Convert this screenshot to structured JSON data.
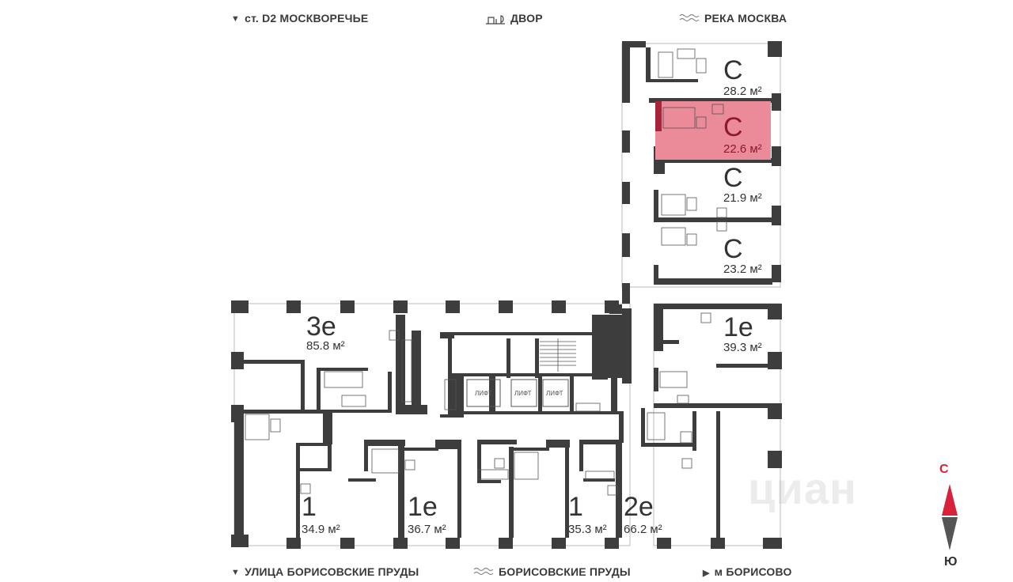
{
  "top_labels": {
    "left": "ст. D2 МОСКВОРЕЧЬЕ",
    "center": "ДВОР",
    "right": "РЕКА МОСКВА"
  },
  "bottom_labels": {
    "left": "УЛИЦА БОРИСОВСКИЕ ПРУДЫ",
    "center": "БОРИСОВСКИЕ ПРУДЫ",
    "right": "м БОРИСОВО"
  },
  "apartments": [
    {
      "type": "С",
      "area": "28.2 м²"
    },
    {
      "type": "С",
      "area": "22.6 м²",
      "selected": true
    },
    {
      "type": "С",
      "area": "21.9 м²"
    },
    {
      "type": "С",
      "area": "23.2 м²"
    },
    {
      "type": "1е",
      "area": "39.3 м²"
    },
    {
      "type": "3е",
      "area": "85.8 м²"
    },
    {
      "type": "1",
      "area": "34.9 м²"
    },
    {
      "type": "1е",
      "area": "36.7 м²"
    },
    {
      "type": "1",
      "area": "35.3 м²"
    },
    {
      "type": "2е",
      "area": "66.2 м²"
    }
  ],
  "lifts": [
    "ЛИФТ",
    "ЛИФТ",
    "ЛИФТ"
  ],
  "compass": {
    "north": "С",
    "south": "Ю",
    "north_color": "#d8213a"
  },
  "watermark": "циан",
  "colors": {
    "selected_fill": "#eb8a99",
    "wall": "#3d3d3d"
  }
}
